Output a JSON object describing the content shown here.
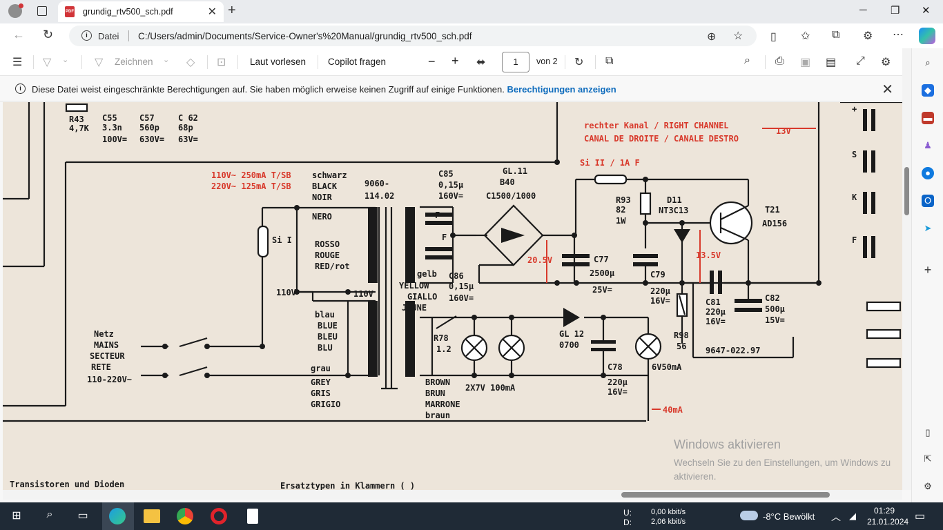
{
  "browser": {
    "tab_title": "grundig_rtv500_sch.pdf",
    "tab_close": "✕",
    "new_tab": "+",
    "win_minimize": "─",
    "win_restore": "❐",
    "win_close": "✕",
    "address_prefix": "Datei",
    "url": "C:/Users/admin/Documents/Service-Owner's%20Manual/grundig_rtv500_sch.pdf"
  },
  "pdf_toolbar": {
    "draw_label": "Zeichnen",
    "read_aloud": "Laut vorlesen",
    "copilot": "Copilot fragen",
    "zoom_out": "−",
    "zoom_in": "+",
    "page_current": "1",
    "page_total": "von 2"
  },
  "info_bar": {
    "message": "Diese Datei weist eingeschränkte Berechtigungen auf. Sie haben möglich erweise keinen Zugriff auf einige Funktionen.",
    "link": "Berechtigungen anzeigen",
    "close": "✕"
  },
  "schematic": {
    "r43": "R43",
    "r43v": "4,7K",
    "c55": "C55",
    "c55v": "3.3n",
    "c55u": "100V=",
    "c57": "C57",
    "c57v": "560p",
    "c57u": "630V=",
    "c62": "C 62",
    "c62v": "68p",
    "c62u": "63V=",
    "red_right": "rechter Kanal / RIGHT  CHANNEL",
    "red_right2": "CANAL DE DROITE / CANALE DESTRO",
    "v13": "13V",
    "fuse_in1": "110V~ 250mA T/SB",
    "fuse_in2": "220V~ 125mA T/SB",
    "black1": "schwarz",
    "black2": "BLACK",
    "black3": "NOIR",
    "black4": "NERO",
    "trafo1": "9060-",
    "trafo2": "114.02",
    "c85": "C85",
    "c85v": "0,15µ",
    "c85u": "160V=",
    "gl11": "GL.11",
    "gl11b": "B40",
    "gl11c": "C1500/1000",
    "si2": "Si II / 1A  F",
    "r93": "R93",
    "r93v": "82",
    "r93u": "1W",
    "d11": "D11",
    "d11v": "NT3C13",
    "t21": "T21",
    "t21v": "AD156",
    "si1": "Si I",
    "rosso1": "ROSSO",
    "rosso2": "ROUGE",
    "rosso3": "RED/rot",
    "f": "F",
    "v205": "20.5V",
    "v135": "13.5V",
    "c77": "C77",
    "c77v": "2500µ",
    "c77u": "25V=",
    "c79": "C79",
    "c79v": "220µ",
    "c79u": "16V=",
    "c81": "C81",
    "c81v": "220µ",
    "c81u": "16V=",
    "c82": "C82",
    "c82v": "500µ",
    "c82u": "15V=",
    "gelb1": "gelb",
    "gelb2": "YELLOW",
    "gelb3": "GIALLO",
    "gelb4": "JAUNE",
    "c86": "C86",
    "c86v": "0,15µ",
    "c86u": "160V=",
    "v110a": "110V",
    "v110b": "110V",
    "blau1": "blau",
    "blau2": "BLUE",
    "blau3": "BLEU",
    "blau4": "BLU",
    "netz1": "Netz",
    "netz2": "MAINS",
    "netz3": "SECTEUR",
    "netz4": "RETE",
    "netz5": "110-220V~",
    "r78": "R78",
    "r78v": "1.2",
    "gl12": "GL 12",
    "gl12v": "0700",
    "r98": "R98",
    "r98v": "56",
    "part": "9647-022.97",
    "grau1": "grau",
    "grau2": "GREY",
    "grau3": "GRIS",
    "grau4": "GRIGIO",
    "brown1": "BROWN",
    "brown2": "BRUN",
    "brown3": "MARRONE",
    "brown4": "braun",
    "lamps": "2X7V 100mA",
    "c78": "C78",
    "c78v": "220µ",
    "c78u": "16V=",
    "lamp6v": "6V50mA",
    "ma40": "40mA",
    "foot1": "Transistoren  und  Dioden",
    "foot2": "Ersatztypen  in Klammern ( )",
    "left_t": "+",
    "left_s": "S",
    "left_k": "K",
    "left_f": "F"
  },
  "watermark": {
    "line1": "Windows aktivieren",
    "line2": "Wechseln Sie zu den Einstellungen, um Windows zu aktivieren."
  },
  "taskbar": {
    "net_up_label": "U:",
    "net_down_label": "D:",
    "net_up": "0,00 kbit/s",
    "net_down": "2,06 kbit/s",
    "weather": "-8°C  Bewölkt",
    "time": "01:29",
    "date": "21.01.2024"
  }
}
